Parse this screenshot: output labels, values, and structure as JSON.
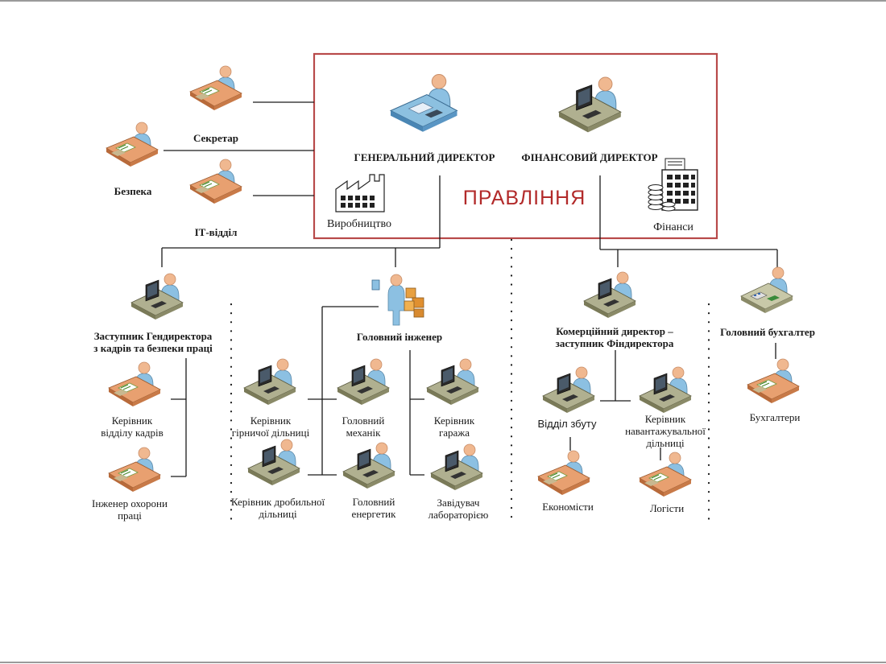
{
  "board": {
    "title": "ПРАВЛІННЯ",
    "border_color": "#b84a4a"
  },
  "colors": {
    "line": "#1a1a1a",
    "board_title": "#b22a2a",
    "desk_orange": "#e8a070",
    "desk_blue": "#7fb5d8",
    "desk_olive": "#9a9a70",
    "person": "#8cc0e2",
    "skin": "#f0b890"
  },
  "nodes": {
    "general_director": {
      "label": "ГЕНЕРАЛЬНИЙ ДИРЕКТОР",
      "icon": "computer-desk-worker-icon"
    },
    "financial_director": {
      "label": "ФІНАНСОВИЙ ДИРЕКТОР",
      "icon": "computer-desk-worker-icon"
    },
    "production": {
      "label": "Виробництво",
      "icon": "factory-icon"
    },
    "finance": {
      "label": "Фінанси",
      "icon": "cash-register-coins-icon"
    },
    "secretary": {
      "label": "Секретар",
      "icon": "paper-desk-worker-icon"
    },
    "security": {
      "label": "Безпека",
      "icon": "paper-desk-worker-icon"
    },
    "it_dept": {
      "label": "ІТ-відділ",
      "icon": "paper-desk-worker-icon"
    },
    "deputy_hr": {
      "label_line1": "Заступник Гендиректора",
      "label_line2": "з кадрів та безпеки праці",
      "icon": "computer-desk-worker-icon"
    },
    "hr_head": {
      "label_line1": "Керівник",
      "label_line2": "відділу кадрів",
      "icon": "paper-desk-worker-icon"
    },
    "safety_engineer": {
      "label_line1": "Інженер охорони",
      "label_line2": "праці",
      "icon": "paper-desk-worker-icon"
    },
    "chief_engineer": {
      "label": "Головний інженер",
      "icon": "engineer-with-boxes-icon"
    },
    "mining_head": {
      "label_line1": "Керівник",
      "label_line2": "гірничої дільниці",
      "icon": "computer-desk-worker-icon"
    },
    "crushing_head": {
      "label_line1": "Керівник дробильної",
      "label_line2": "дільниці",
      "icon": "computer-desk-worker-icon"
    },
    "chief_mechanic": {
      "label_line1": "Головний",
      "label_line2": "механік",
      "icon": "computer-desk-worker-icon"
    },
    "chief_power_engineer": {
      "label_line1": "Головний",
      "label_line2": "енергетик",
      "icon": "computer-desk-worker-icon"
    },
    "garage_head": {
      "label_line1": "Керівник",
      "label_line2": "гаража",
      "icon": "computer-desk-worker-icon"
    },
    "lab_head": {
      "label_line1": "Завідувач",
      "label_line2": "лабораторією",
      "icon": "computer-desk-worker-icon"
    },
    "commercial_director": {
      "label_line1": "Комерційний директор –",
      "label_line2": "заступник Фіндиректора",
      "icon": "computer-desk-worker-icon"
    },
    "sales_dept": {
      "label": "Відділ збуту",
      "icon": "computer-desk-worker-icon"
    },
    "loading_head": {
      "label_line1": "Керівник",
      "label_line2": "навантажувальної",
      "label_line3": "дільниці",
      "icon": "computer-desk-worker-icon"
    },
    "economists": {
      "label": "Економісти",
      "icon": "paper-desk-worker-icon"
    },
    "logisticians": {
      "label": "Логісти",
      "icon": "paper-desk-worker-icon"
    },
    "chief_accountant": {
      "label": "Головний бухгалтер",
      "icon": "calculator-desk-worker-icon"
    },
    "accountants": {
      "label": "Бухгалтери",
      "icon": "paper-desk-worker-icon"
    }
  }
}
